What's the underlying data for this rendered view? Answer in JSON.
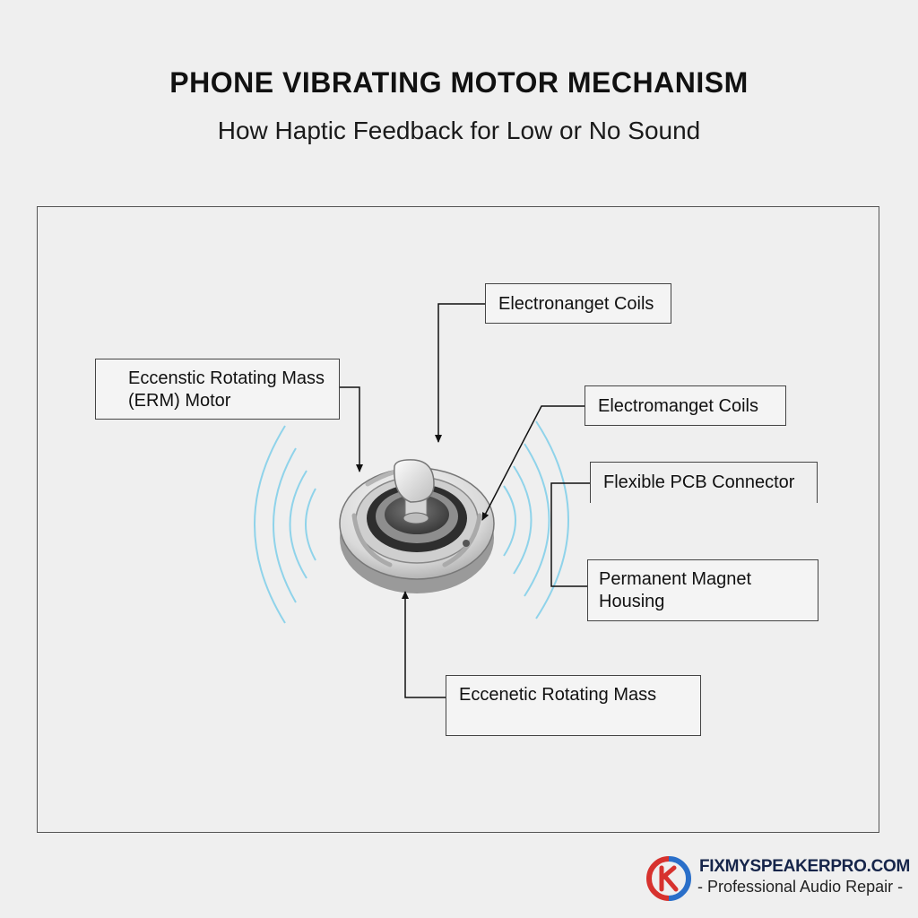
{
  "header": {
    "title": "PHONE VIBRATING MOTOR MECHANISM",
    "subtitle": "How Haptic Feedback for Low or No Sound"
  },
  "labels": {
    "erm_motor": "Eccenstic Rotating Mass (ERM) Motor",
    "electromagnet_coils_top": "Electronanget Coils",
    "electromagnet_coils_right": "Electromanget Coils",
    "flexible_pcb": "Flexible PCB Connector",
    "magnet_housing": "Permanent Magnet Housing",
    "rotating_mass": "Eccenetic Rotating Mass"
  },
  "brand": {
    "name": "FIXMYSPEAKERPRO.COM",
    "tagline": "- Professional Audio Repair -"
  },
  "colors": {
    "background": "#efefef",
    "vibration_waves": "#8fd3ea",
    "logo_red": "#d7322e",
    "logo_blue": "#2a6fc9"
  },
  "icons": {
    "logo": "fixmyspeakerpro-logo-icon",
    "motor": "vibration-motor-icon"
  }
}
